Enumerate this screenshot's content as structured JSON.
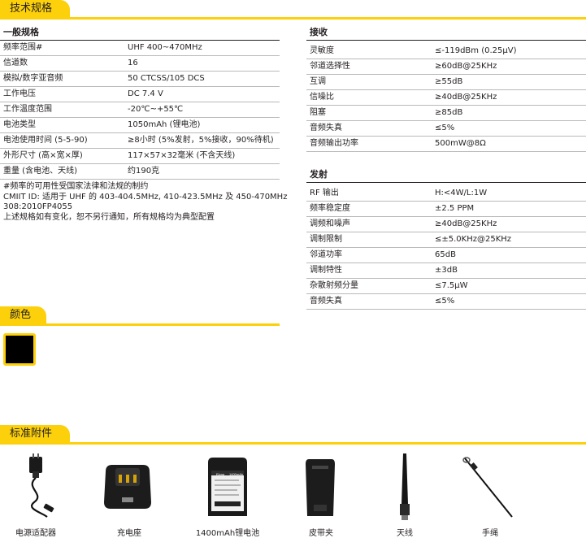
{
  "sections": {
    "specs": "技术规格",
    "color": "颜色",
    "accessories": "标准附件"
  },
  "general": {
    "heading": "一般规格",
    "rows": [
      {
        "k": "频率范围#",
        "v": "UHF 400~470MHz"
      },
      {
        "k": "信道数",
        "v": "16"
      },
      {
        "k": "模拟/数字亚音频",
        "v": "50 CTCSS/105 DCS"
      },
      {
        "k": "工作电压",
        "v": "DC 7.4 V"
      },
      {
        "k": "工作温度范围",
        "v": "-20℃~+55℃"
      },
      {
        "k": "电池类型",
        "v": "1050mAh (锂电池)"
      },
      {
        "k": "电池使用时间 (5-5-90)",
        "v": "≥8小时 (5%发射，5%接收，90%待机)"
      },
      {
        "k": "外形尺寸 (高×宽×厚)",
        "v": "117×57×32毫米 (不含天线)"
      },
      {
        "k": "重量 (含电池、天线)",
        "v": "约190克"
      }
    ]
  },
  "notes": [
    "#频率的可用性受国家法律和法规的制约",
    "CMIIT ID: 适用于 UHF 的 403-404.5MHz, 410-423.5MHz 及 450-470MHz",
    "308:2010FP4055",
    "上述规格如有变化，恕不另行通知，所有规格均为典型配置"
  ],
  "receive": {
    "heading": "接收",
    "rows": [
      {
        "k": "灵敏度",
        "v": "≤-119dBm (0.25μV)"
      },
      {
        "k": "邻道选择性",
        "v": "≥60dB@25KHz"
      },
      {
        "k": "互调",
        "v": "≥55dB"
      },
      {
        "k": "信噪比",
        "v": "≥40dB@25KHz"
      },
      {
        "k": "阻塞",
        "v": "≥85dB"
      },
      {
        "k": "音频失真",
        "v": "≤5%"
      },
      {
        "k": "音频输出功率",
        "v": "500mW@8Ω"
      }
    ]
  },
  "transmit": {
    "heading": "发射",
    "rows": [
      {
        "k": "RF 输出",
        "v": "H:<4W/L:1W"
      },
      {
        "k": "频率稳定度",
        "v": "±2.5 PPM"
      },
      {
        "k": "调频和噪声",
        "v": "≥40dB@25KHz"
      },
      {
        "k": "调制限制",
        "v": "≤±5.0KHz@25KHz"
      },
      {
        "k": "邻道功率",
        "v": "65dB"
      },
      {
        "k": "调制特性",
        "v": "±3dB"
      },
      {
        "k": "杂散射频分量",
        "v": "≤7.5μW"
      },
      {
        "k": "音频失真",
        "v": "≤5%"
      }
    ]
  },
  "color_swatch": "#000000",
  "accessories": [
    {
      "label": "电源适配器",
      "icon": "power-adapter-icon"
    },
    {
      "label": "充电座",
      "icon": "charger-icon"
    },
    {
      "label": "1400mAh锂电池",
      "icon": "battery-icon"
    },
    {
      "label": "皮带夹",
      "icon": "belt-clip-icon"
    },
    {
      "label": "天线",
      "icon": "antenna-icon"
    },
    {
      "label": "手绳",
      "icon": "lanyard-icon"
    }
  ],
  "battery_print": {
    "brand": "Elong",
    "text": "1400mAh"
  }
}
